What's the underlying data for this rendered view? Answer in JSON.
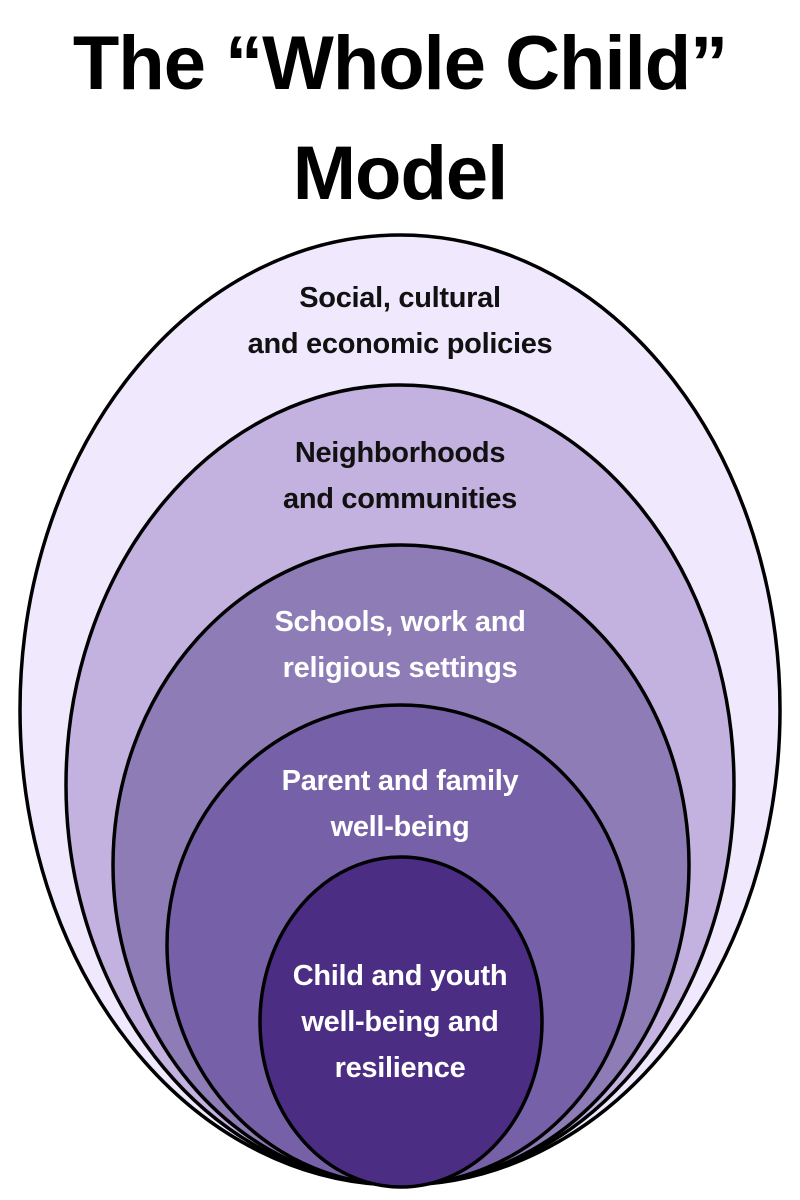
{
  "title": {
    "line1": "The “Whole Child”",
    "line2": "Model"
  },
  "colors": {
    "stroke": "#000000",
    "level1_fill": "#f0e8fc",
    "level2_fill": "#c3b2e0",
    "level3_fill": "#8e7cb6",
    "level4_fill": "#7661a8",
    "level5_fill": "#4b2d84",
    "dark_text": "#111111",
    "light_text": "#ffffff"
  },
  "levels": [
    {
      "id": "social-cultural-economic-policies",
      "lines": [
        "Social, cultural",
        "and economic policies"
      ]
    },
    {
      "id": "neighborhoods-communities",
      "lines": [
        "Neighborhoods",
        "and communities"
      ]
    },
    {
      "id": "schools-work-religious",
      "lines": [
        "Schools, work and",
        "religious settings"
      ]
    },
    {
      "id": "parent-family-wellbeing",
      "lines": [
        "Parent and family",
        "well-being"
      ]
    },
    {
      "id": "child-youth-wellbeing",
      "lines": [
        "Child and youth",
        "well-being and",
        "resilience"
      ]
    }
  ]
}
